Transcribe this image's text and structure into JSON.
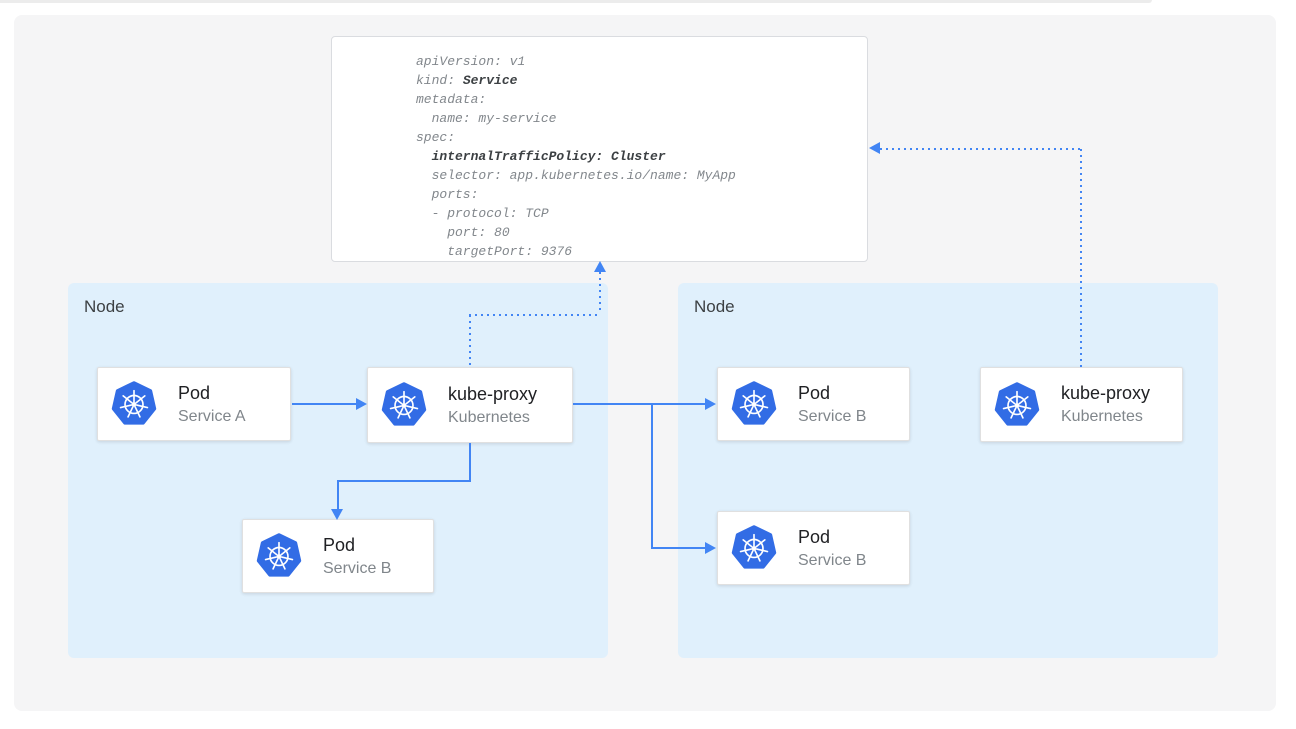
{
  "yaml_panel": {
    "line1": "apiVersion: v1",
    "line2_key": "kind: ",
    "line2_value": "Service",
    "line3": "metadata:",
    "line4": "  name: my-service",
    "line5": "spec:",
    "line6": "  internalTrafficPolicy: Cluster",
    "line7": "  selector: app.kubernetes.io/name: MyApp",
    "line8": "  ports:",
    "line9": "  - protocol: TCP",
    "line10": "    port: 80",
    "line11": "    targetPort: 9376"
  },
  "nodes": {
    "left": {
      "label": "Node"
    },
    "right": {
      "label": "Node"
    }
  },
  "cards": {
    "pod_service_a": {
      "title": "Pod",
      "subtitle": "Service A"
    },
    "kube_proxy_left": {
      "title": "kube-proxy",
      "subtitle": "Kubernetes"
    },
    "pod_service_b_left": {
      "title": "Pod",
      "subtitle": "Service B"
    },
    "pod_service_b_right_top": {
      "title": "Pod",
      "subtitle": "Service B"
    },
    "pod_service_b_right_bottom": {
      "title": "Pod",
      "subtitle": "Service B"
    },
    "kube_proxy_right": {
      "title": "kube-proxy",
      "subtitle": "Kubernetes"
    }
  },
  "icons": {
    "kubernetes": "kubernetes-helm-logo"
  },
  "colors": {
    "arrow_blue": "#4285f4",
    "kubernetes_blue": "#326ce5",
    "node_bg": "#e0f0fc",
    "canvas_bg": "#f5f5f6",
    "code_text": "#82878c",
    "code_bold": "#3c4043"
  }
}
